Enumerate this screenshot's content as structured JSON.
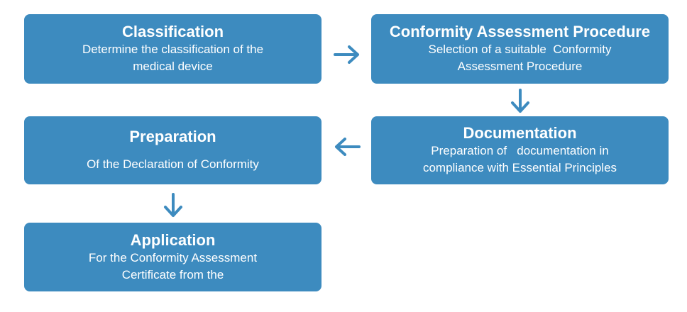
{
  "steps": [
    {
      "title": "Classification",
      "lines": [
        "Determine the classification of the",
        "medical device"
      ]
    },
    {
      "title": "Conformity Assessment Procedure",
      "lines": [
        "Selection of a suitable  Conformity",
        "Assessment Procedure"
      ]
    },
    {
      "title": "Documentation",
      "lines": [
        "Preparation of   documentation in",
        "compliance with Essential Principles"
      ]
    },
    {
      "title": "Preparation",
      "lines": [
        "Of the Declaration of Conformity"
      ]
    },
    {
      "title": "Application",
      "lines": [
        "For the Conformity Assessment",
        "Certificate from the"
      ]
    }
  ],
  "colors": {
    "box_fill": "#3d8bbf",
    "arrow": "#3d8bbf",
    "text": "#ffffff"
  },
  "arrows": [
    {
      "from": "Classification",
      "to": "Conformity Assessment Procedure",
      "direction": "right",
      "icon": "arrow-right-icon"
    },
    {
      "from": "Conformity Assessment Procedure",
      "to": "Documentation",
      "direction": "down",
      "icon": "arrow-down-icon"
    },
    {
      "from": "Documentation",
      "to": "Preparation",
      "direction": "left",
      "icon": "arrow-left-icon"
    },
    {
      "from": "Preparation",
      "to": "Application",
      "direction": "down",
      "icon": "arrow-down-icon"
    }
  ]
}
